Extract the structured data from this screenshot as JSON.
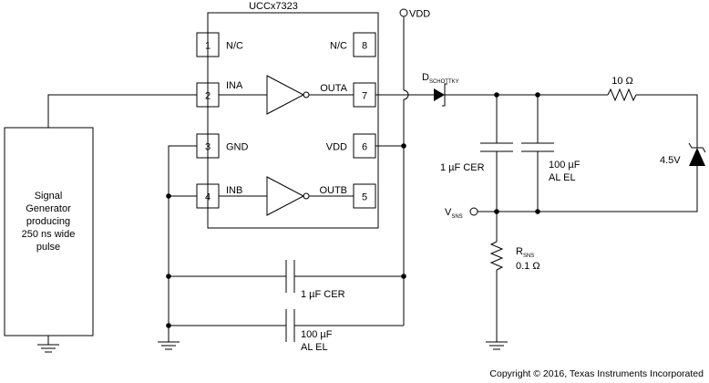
{
  "ic": {
    "name": "UCCx7323",
    "pins": {
      "p1": {
        "num": "1",
        "label": "N/C"
      },
      "p2": {
        "num": "2",
        "label": "INA"
      },
      "p3": {
        "num": "3",
        "label": "GND"
      },
      "p4": {
        "num": "4",
        "label": "INB"
      },
      "p5": {
        "num": "5",
        "label": "OUTB"
      },
      "p6": {
        "num": "6",
        "label": "VDD"
      },
      "p7": {
        "num": "7",
        "label": "OUTA"
      },
      "p8": {
        "num": "8",
        "label": "N/C"
      }
    }
  },
  "labels": {
    "vdd_terminal": "VDD",
    "diode_main": "D",
    "diode_sub": "SCHOTTKY",
    "resistor_10": "10 Ω",
    "cap_1uf_out": "1 µF CER",
    "cap_100uf_out_line1": "100 µF",
    "cap_100uf_out_line2": "AL EL",
    "zener": "4.5V",
    "vsns_main": "V",
    "vsns_sub": "SNS",
    "rsns_main": "R",
    "rsns_sub": "SNS",
    "rsns_value": "0.1 Ω",
    "cap_1uf_bypass": "1 µF CER",
    "cap_100uf_bypass_line1": "100 µF",
    "cap_100uf_bypass_line2": "AL EL",
    "sig_gen_lines": [
      "Signal",
      "Generator",
      "producing",
      "250 ns wide",
      "pulse"
    ],
    "copyright": "Copyright © 2016, Texas Instruments Incorporated"
  }
}
